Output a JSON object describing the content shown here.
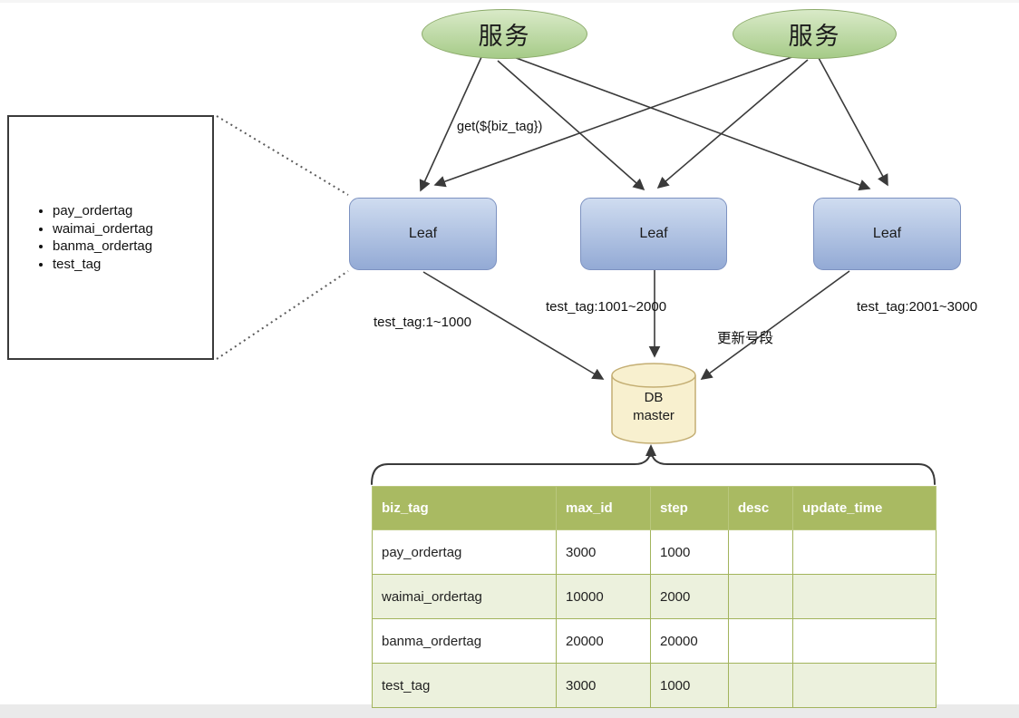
{
  "diagram": {
    "services": [
      "服务",
      "服务"
    ],
    "request_label": "get(${biz_tag})",
    "leaves": [
      "Leaf",
      "Leaf",
      "Leaf"
    ],
    "segment_labels": [
      "test_tag:1~1000",
      "test_tag:1001~2000",
      "test_tag:2001~3000"
    ],
    "update_segment_label": "更新号段",
    "db": {
      "name": "DB",
      "role": "master"
    },
    "callout_tags": [
      "pay_ordertag",
      "waimai_ordertag",
      "banma_ordertag",
      "test_tag"
    ]
  },
  "table": {
    "headers": [
      "biz_tag",
      "max_id",
      "step",
      "desc",
      "update_time"
    ],
    "rows": [
      [
        "pay_ordertag",
        "3000",
        "1000",
        "",
        ""
      ],
      [
        "waimai_ordertag",
        "10000",
        "2000",
        "",
        ""
      ],
      [
        "banma_ordertag",
        "20000",
        "20000",
        "",
        ""
      ],
      [
        "test_tag",
        "3000",
        "1000",
        "",
        ""
      ]
    ]
  },
  "colors": {
    "service_fill_top": "#d9eac8",
    "service_fill_bottom": "#a6cb88",
    "service_border": "#8cab6b",
    "leaf_fill_top": "#cfdcf0",
    "leaf_fill_bottom": "#93aad5",
    "leaf_border": "#7d92c1",
    "db_fill": "#f8f0cf",
    "db_border": "#c4ae73",
    "table_header_bg": "#a9ba62",
    "table_alt_row_bg": "#ecf1dd",
    "table_border": "#a2b45c",
    "line": "#3a3a3a"
  }
}
